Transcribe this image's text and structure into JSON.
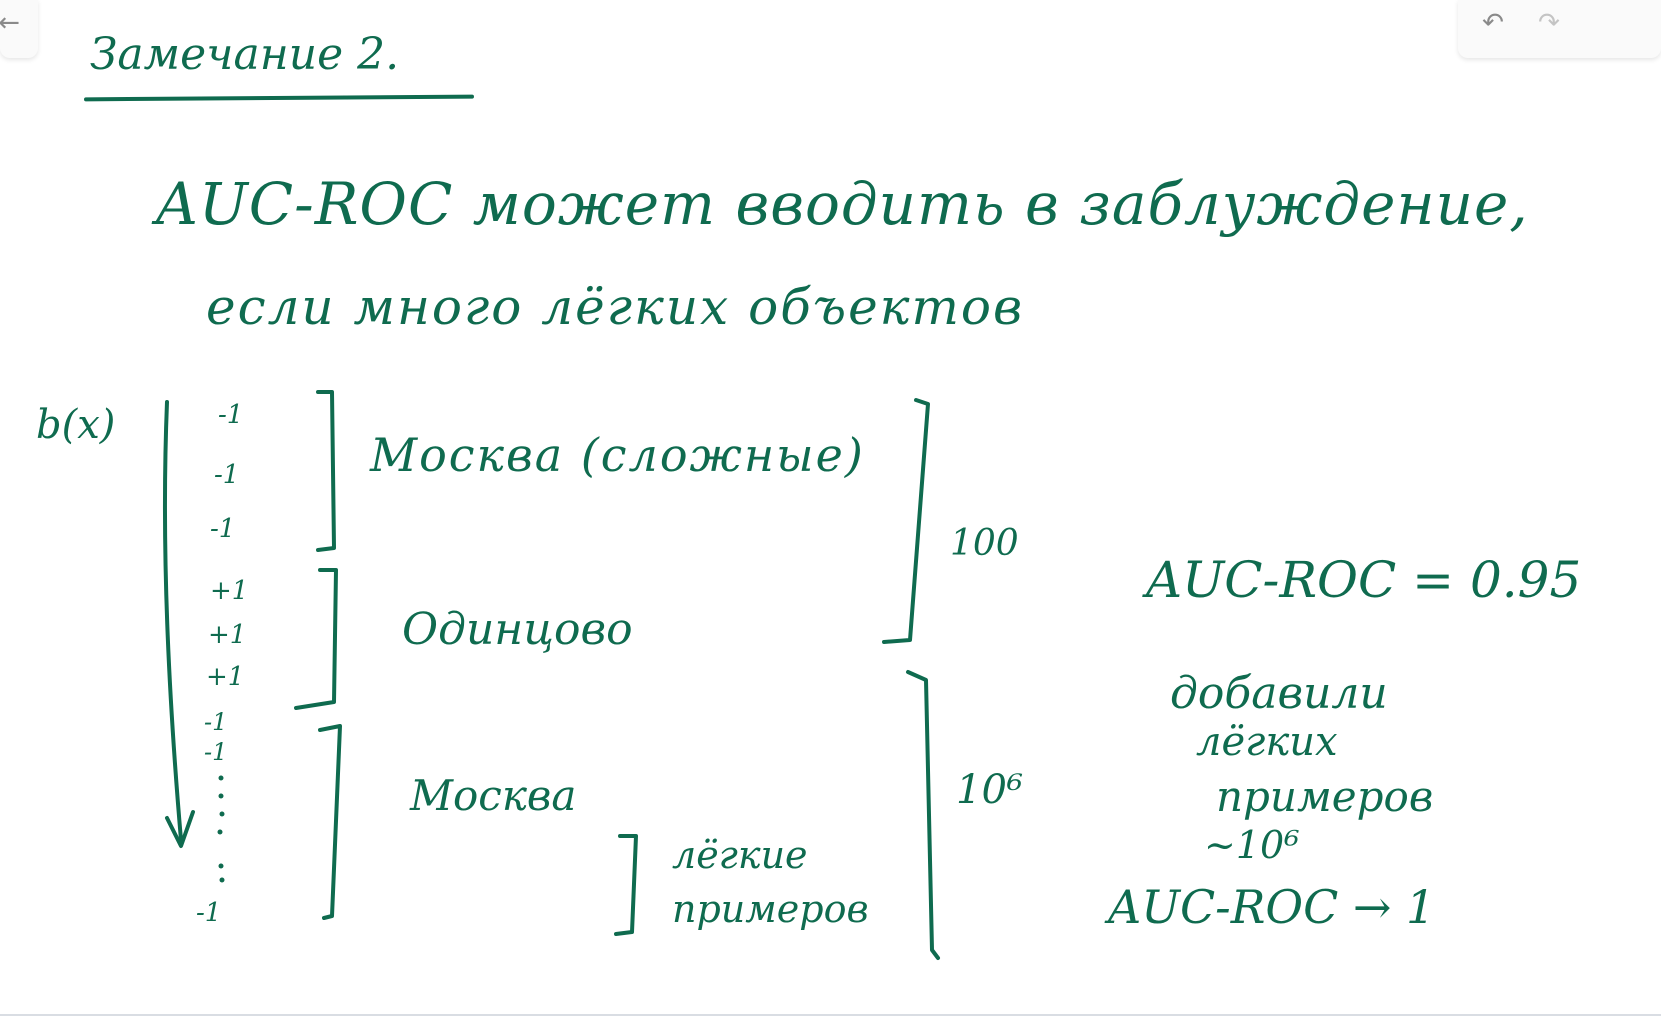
{
  "toolbar": {
    "back_icon": "←",
    "undo_icon": "↶",
    "redo_icon": "↷"
  },
  "colors": {
    "ink": "#0f6b4f",
    "toolbar_icon": "#8a8a8a"
  },
  "note": {
    "title": "Замечание 2.",
    "statement_line1": "AUC-ROC может вводить в заблуждение,",
    "statement_line2": "если много лёгких объектов",
    "axis_label": "b(x)",
    "labels": [
      "-1",
      "-1",
      "-1",
      "+1",
      "+1",
      "+1",
      "-1",
      "-1",
      "-1"
    ],
    "group_moscow_hard": "Москва (сложные)",
    "group_odintsovo": "Одинцово",
    "group_moscow": "Москва",
    "easy_examples_line1": "лёгкие",
    "easy_examples_line2": "примеров",
    "count_top": "100",
    "count_bottom": "10⁶",
    "auc_result": "AUC-ROC = 0.95",
    "added_line1": "добавили",
    "added_line2": "лёгких",
    "added_line3": "примеров",
    "added_line4": "~10⁶",
    "auc_final": "AUC-ROC → 1"
  }
}
